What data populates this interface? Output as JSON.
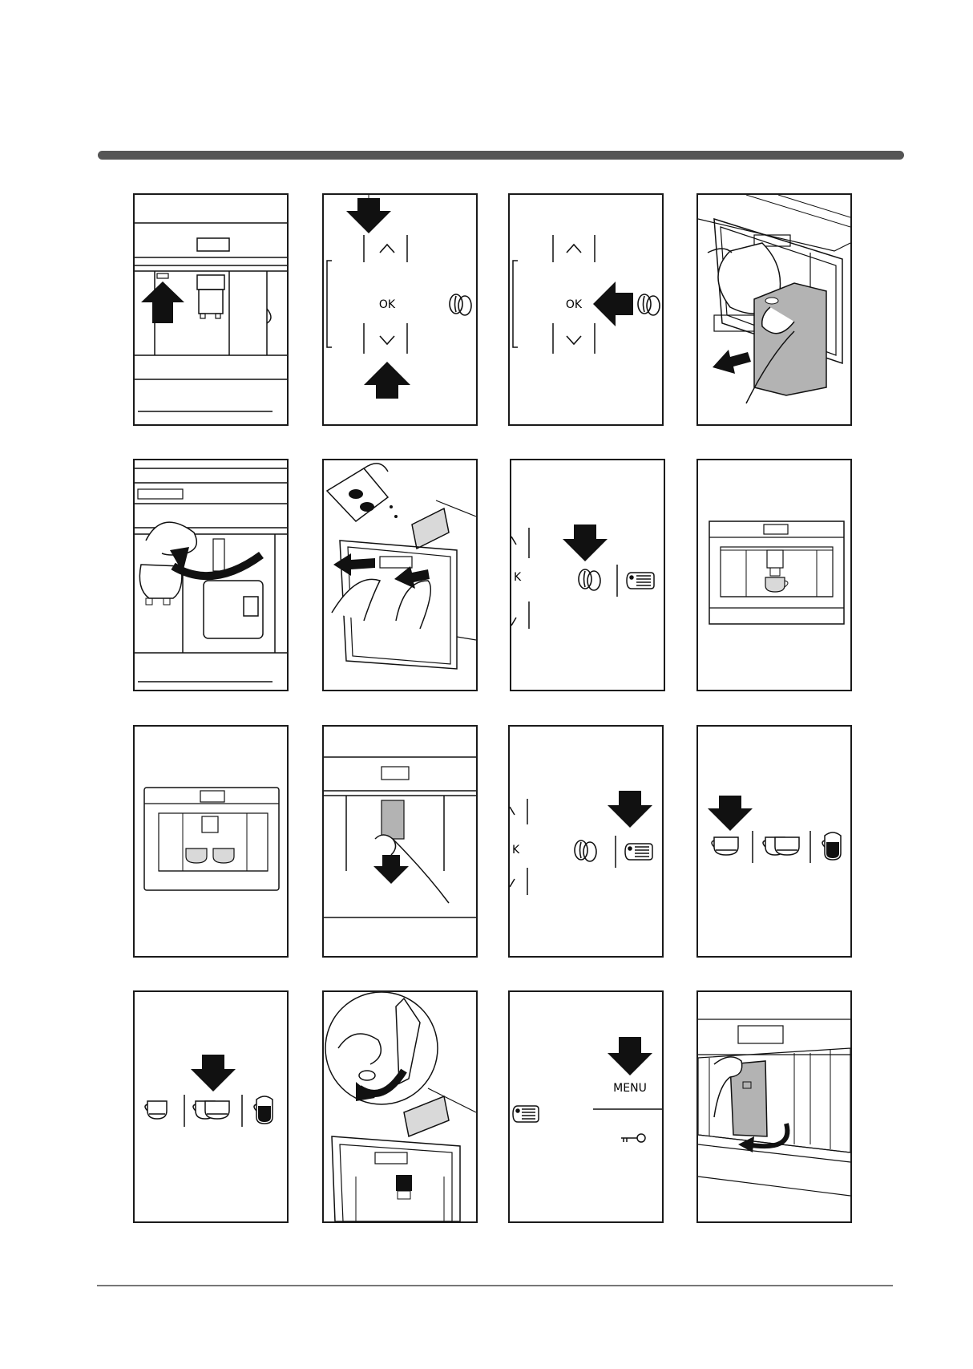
{
  "labels": {
    "ok": "OK",
    "ok_partial": "K",
    "menu": "MENU"
  },
  "icons": [
    "arrow-up-icon",
    "arrow-down-icon",
    "chevron-up-icon",
    "chevron-down-icon",
    "coffee-beans-icon",
    "menu-list-icon",
    "single-cup-icon",
    "double-cup-icon",
    "tall-glass-icon",
    "key-icon",
    "rotate-arrow-icon"
  ],
  "colors": {
    "frame": "#1a1a1a",
    "bar": "#555555",
    "fill_gray": "#b3b3b3",
    "fill_light": "#d9d9d9"
  }
}
